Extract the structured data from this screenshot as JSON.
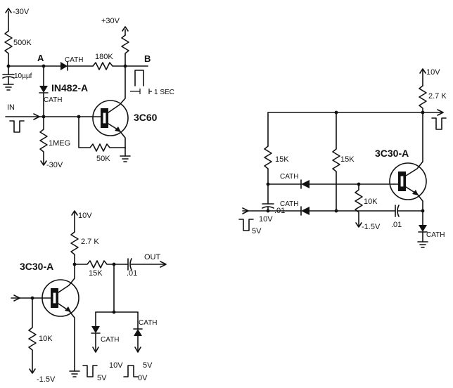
{
  "circuit1": {
    "supply_neg_top": "-30V",
    "supply_pos_top": "+30V",
    "r_top": "500K",
    "cap": "10µµf",
    "node_a": "A",
    "node_b": "B",
    "diode_top_label": "CATH",
    "r_series": "180K",
    "diode_ref": "IN482-A",
    "diode_mid_label": "CATH",
    "time_label": "1 SEC",
    "input_label": "IN",
    "transistor": "3C60",
    "r_bottom": "1MEG",
    "supply_neg_bottom": "-30V",
    "r_feedback": "50K"
  },
  "circuit2": {
    "supply": "10V",
    "r_collector": "2.7 K",
    "r_left": "15K",
    "r_mid": "15K",
    "transistor": "3C30-A",
    "diode_upper_label": "CATH",
    "r_base": "10K",
    "bias": "-1.5V",
    "cap_left": ".01",
    "diode_lower_label": "CATH",
    "input_high": "10V",
    "input_low": "5V",
    "cap_right": ".01",
    "diode_right_label": "CATH"
  },
  "circuit3": {
    "supply": "10V",
    "r_collector": "2.7 K",
    "transistor": "3C30-A",
    "r_series": "15K",
    "cap": ".01",
    "output_label": "OUT",
    "r_base": "10K",
    "bias": "-1.5V",
    "diode_left_label": "CATH",
    "diode_right_label": "CATH",
    "pulse_left_high": "10V",
    "pulse_left_low": "5V",
    "pulse_right_high": "5V",
    "pulse_right_low": "0V"
  }
}
